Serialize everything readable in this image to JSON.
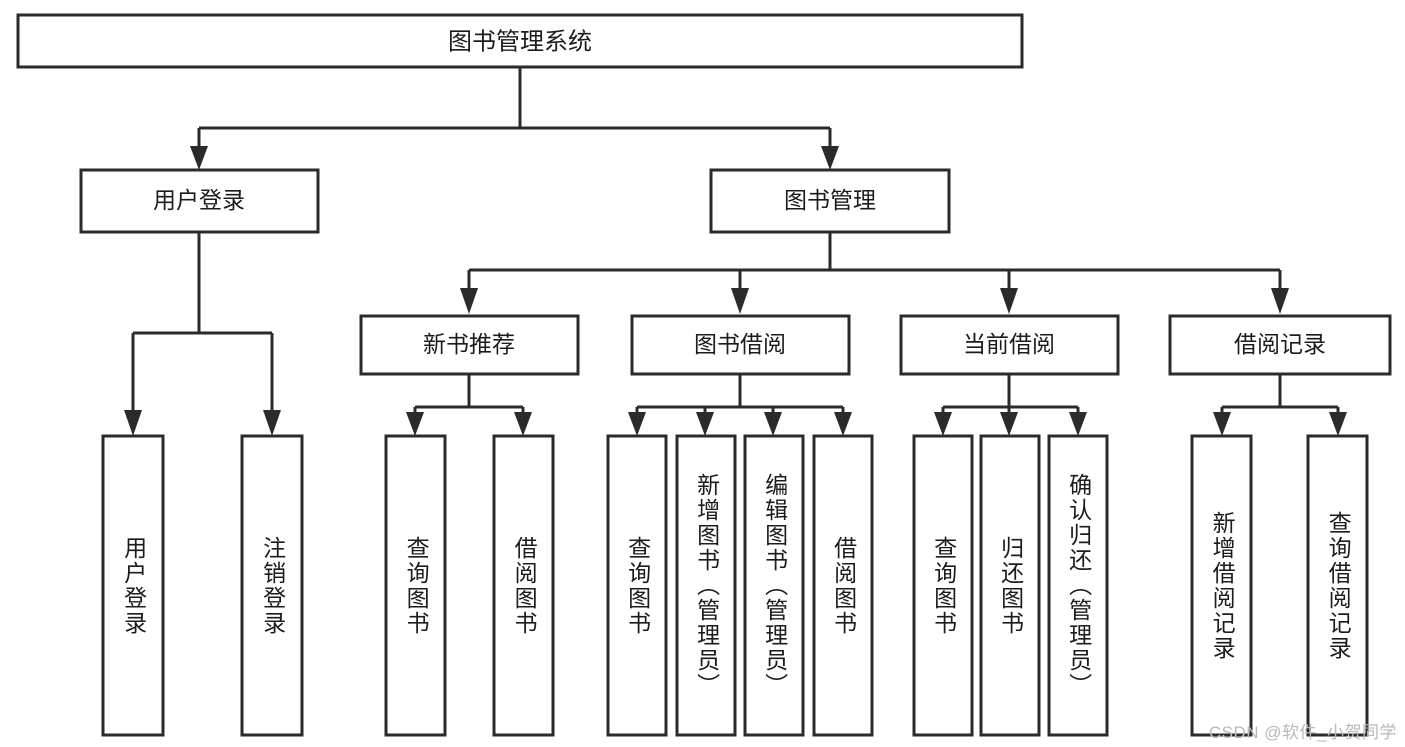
{
  "diagram": {
    "title": "图书管理系统",
    "type": "tree-hierarchy",
    "orientation": "top-down",
    "colors": {
      "box_stroke": "#2b2b2b",
      "box_fill": "#ffffff",
      "line": "#2b2b2b",
      "text": "#1c1c1c",
      "background": "#ffffff",
      "watermark": "#b9b9b9"
    },
    "root": {
      "label": "图书管理系统"
    },
    "level2": [
      {
        "id": "user-login",
        "label": "用户登录"
      },
      {
        "id": "book-manage",
        "label": "图书管理"
      }
    ],
    "level3": [
      {
        "id": "new-book-recommend",
        "label": "新书推荐"
      },
      {
        "id": "book-borrow",
        "label": "图书借阅"
      },
      {
        "id": "current-borrow",
        "label": "当前借阅"
      },
      {
        "id": "borrow-record",
        "label": "借阅记录"
      }
    ],
    "leaves": {
      "user-login": [
        {
          "id": "leaf-user-login",
          "label": "用户登录"
        },
        {
          "id": "leaf-logout-login",
          "label": "注销登录"
        }
      ],
      "new-book-recommend": [
        {
          "id": "leaf-query-book-1",
          "label": "查询图书"
        },
        {
          "id": "leaf-borrow-book-1",
          "label": "借阅图书"
        }
      ],
      "book-borrow": [
        {
          "id": "leaf-query-book-2",
          "label": "查询图书"
        },
        {
          "id": "leaf-add-book",
          "label": "新增图书（管理员）"
        },
        {
          "id": "leaf-edit-book",
          "label": "编辑图书（管理员）"
        },
        {
          "id": "leaf-borrow-book-2",
          "label": "借阅图书"
        }
      ],
      "current-borrow": [
        {
          "id": "leaf-query-book-3",
          "label": "查询图书"
        },
        {
          "id": "leaf-return-book",
          "label": "归还图书"
        },
        {
          "id": "leaf-confirm-return",
          "label": "确认归还（管理员）"
        }
      ],
      "borrow-record": [
        {
          "id": "leaf-add-record",
          "label": "新增借阅记录"
        },
        {
          "id": "leaf-query-record",
          "label": "查询借阅记录"
        }
      ]
    }
  },
  "watermark": {
    "text": "CSDN @软件_小贺同学"
  }
}
